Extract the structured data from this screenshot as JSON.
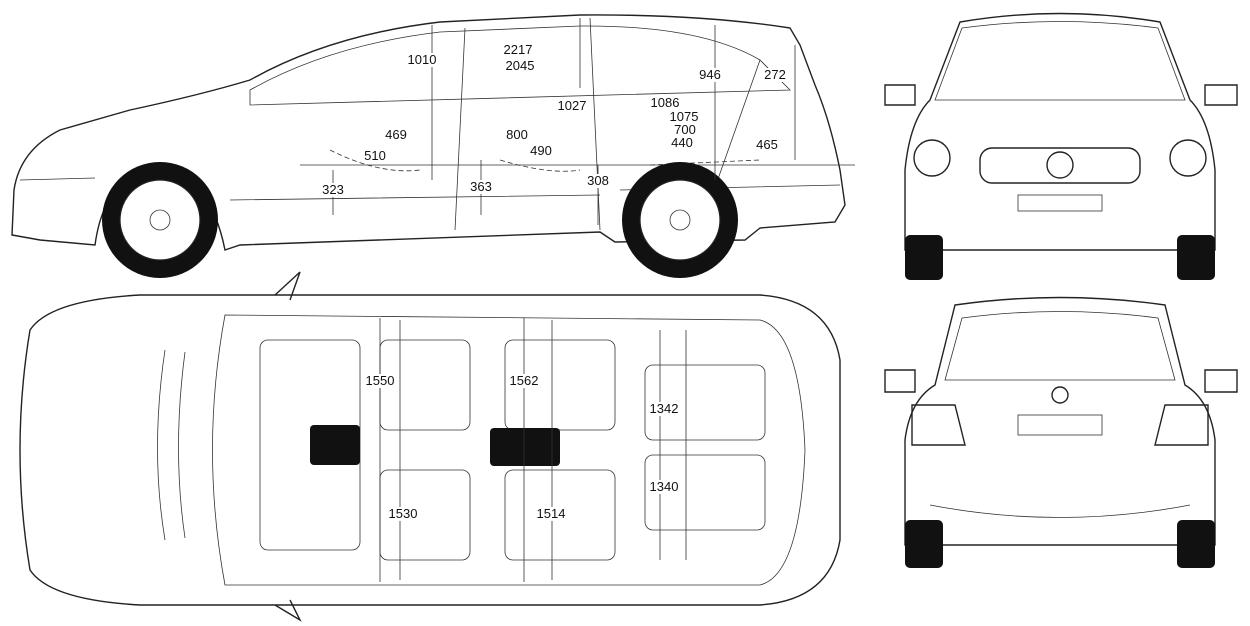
{
  "drawing": {
    "side_view": {
      "dimensions": [
        "1010",
        "2217",
        "2045",
        "946",
        "272",
        "1027",
        "1086",
        "1075",
        "469",
        "800",
        "700",
        "510",
        "490",
        "440",
        "465",
        "323",
        "363",
        "308"
      ]
    },
    "top_view": {
      "dimensions": [
        "1550",
        "1562",
        "1342",
        "1340",
        "1530",
        "1514"
      ]
    },
    "front_view": {},
    "rear_view": {}
  }
}
